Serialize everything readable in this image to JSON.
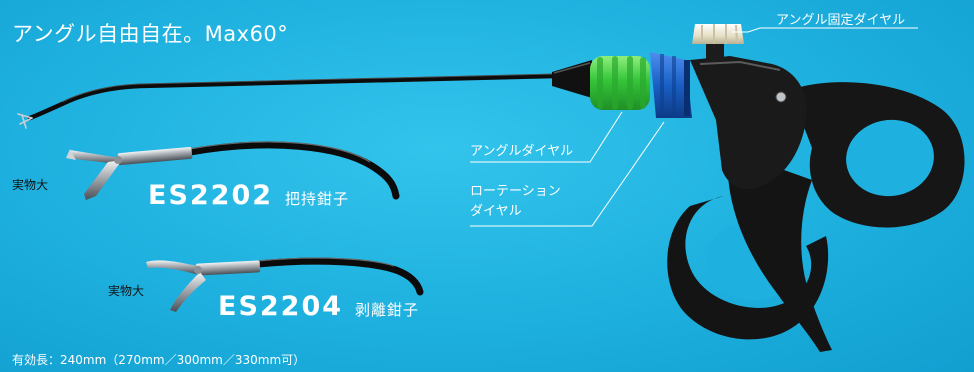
{
  "headline": "アングル自由自在。Max60°",
  "labels": {
    "angle_lock_dial": "アングル固定ダイヤル",
    "angle_dial": "アングルダイヤル",
    "rotation_dial_line1": "ローテーション",
    "rotation_dial_line2": "ダイヤル"
  },
  "products": [
    {
      "actual_size": "実物大",
      "code": "ES2202",
      "name": "把持鉗子"
    },
    {
      "actual_size": "実物大",
      "code": "ES2204",
      "name": "剥離鉗子"
    }
  ],
  "footnote": "有効長：240mm（270mm／300mm／330mm可）",
  "colors": {
    "background": "#1eb0de",
    "handle": "#1a1a1a",
    "rotation_dial": "#3ec83e",
    "angle_dial": "#1a5fc4",
    "lock_knob": "#ece7d2"
  }
}
